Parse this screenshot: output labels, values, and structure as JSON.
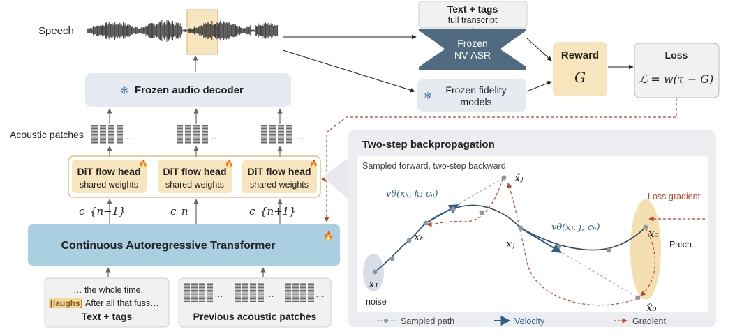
{
  "speech": {
    "label": "Speech"
  },
  "audio_decoder": {
    "icon": "snowflake-icon",
    "label": "Frozen audio decoder"
  },
  "acoustic_patches": {
    "label": "Acoustic patches",
    "ellipsis": "…"
  },
  "dit_heads": [
    {
      "title": "DiT flow head",
      "subtitle": "shared weights",
      "icon": "fire-icon"
    },
    {
      "title": "DiT flow head",
      "subtitle": "shared weights",
      "icon": "fire-icon"
    },
    {
      "title": "DiT flow head",
      "subtitle": "shared weights",
      "icon": "fire-icon"
    }
  ],
  "conditions": [
    "c_{n−1}",
    "c_n",
    "c_{n+1}"
  ],
  "transformer": {
    "label": "Continuous Autoregressive Transformer",
    "icon": "fire-icon"
  },
  "text_input": {
    "line1": "… the whole time.",
    "tag": "[laughs]",
    "line2": "After all that fuss…",
    "caption": "Text + tags"
  },
  "prev_patches": {
    "ellipsis": "…",
    "caption": "Previous acoustic patches"
  },
  "transcript_box": {
    "title": "Text + tags",
    "subtitle": "full transcript"
  },
  "asr": {
    "line1": "Frozen",
    "line2": "NV-ASR",
    "icon": "snowflake-icon"
  },
  "fidelity": {
    "line1": "Frozen fidelity",
    "line2": "models",
    "icon": "snowflake-icon"
  },
  "reward": {
    "title": "Reward",
    "symbol": "G"
  },
  "loss": {
    "title": "Loss",
    "formula": "ℒ = w(τ − G)"
  },
  "inset": {
    "title": "Two-step backpropagation",
    "subtitle": "Sampled forward, two-step backward",
    "points": {
      "x1": "x₁",
      "xk": "xₖ",
      "xj": "xⱼ",
      "x0": "x₀",
      "xj_hat": "x̂ⱼ",
      "x0_hat": "x̂₀"
    },
    "velocity_k": "vθ(xₖ, k; cₙ)",
    "velocity_j": "vθ(xⱼ, j; cₙ)",
    "loss_gradient": "Loss gradient",
    "noise": "noise",
    "patch": "Patch",
    "legend": [
      {
        "label": "Sampled path",
        "kind": "sampled"
      },
      {
        "label": "Velocity",
        "kind": "velocity"
      },
      {
        "label": "Gradient",
        "kind": "gradient"
      }
    ]
  },
  "colors": {
    "yellow": "#f7e5bd",
    "light_blue": "#a9cfe0",
    "dark_slate": "#506a82",
    "panel_gray": "#e6eaf1",
    "velocity": "#2f5f86",
    "gradient": "#c0452a",
    "sampled": "#9aa5b1"
  }
}
